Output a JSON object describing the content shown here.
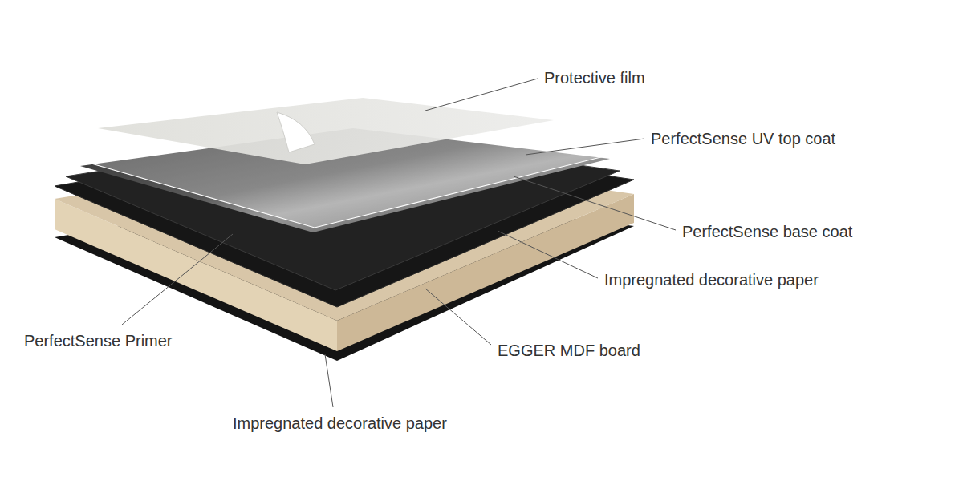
{
  "diagram": {
    "labels": [
      "Protective film",
      "PerfectSense UV top coat",
      "PerfectSense base coat",
      "Impregnated decorative paper",
      "PerfectSense Primer",
      "EGGER MDF board",
      "Impregnated decorative paper"
    ]
  }
}
